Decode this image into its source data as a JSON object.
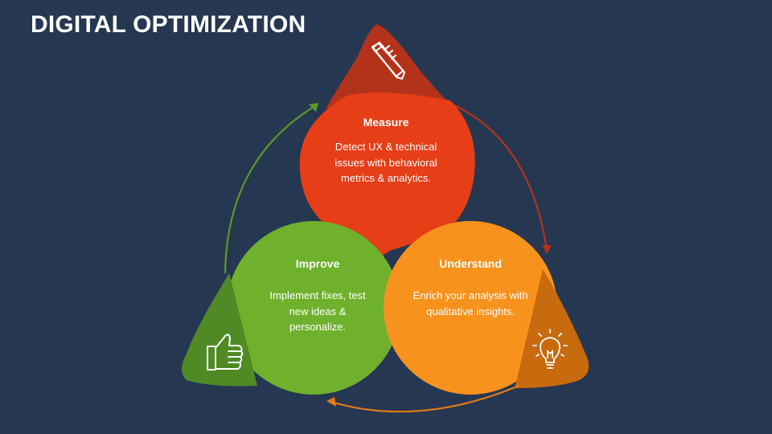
{
  "title": "DIGITAL OPTIMIZATION",
  "colors": {
    "background": "#263752",
    "measure_outer": "#b3331a",
    "measure_inner": "#e63e17",
    "understand_outer": "#c86a0e",
    "understand_inner": "#f7921c",
    "improve_outer": "#4f8a25",
    "improve_inner": "#6fb12c"
  },
  "stages": {
    "measure": {
      "title": "Measure",
      "description": "Detect UX & technical issues with behavioral metrics & analytics.",
      "icon": "pencil-ruler-icon"
    },
    "understand": {
      "title": "Understand",
      "description": "Enrich your analysis with qualitative insights.",
      "icon": "lightbulb-icon"
    },
    "improve": {
      "title": "Improve",
      "description": "Implement fixes, test new ideas & personalize.",
      "icon": "thumbs-up-icon"
    }
  }
}
